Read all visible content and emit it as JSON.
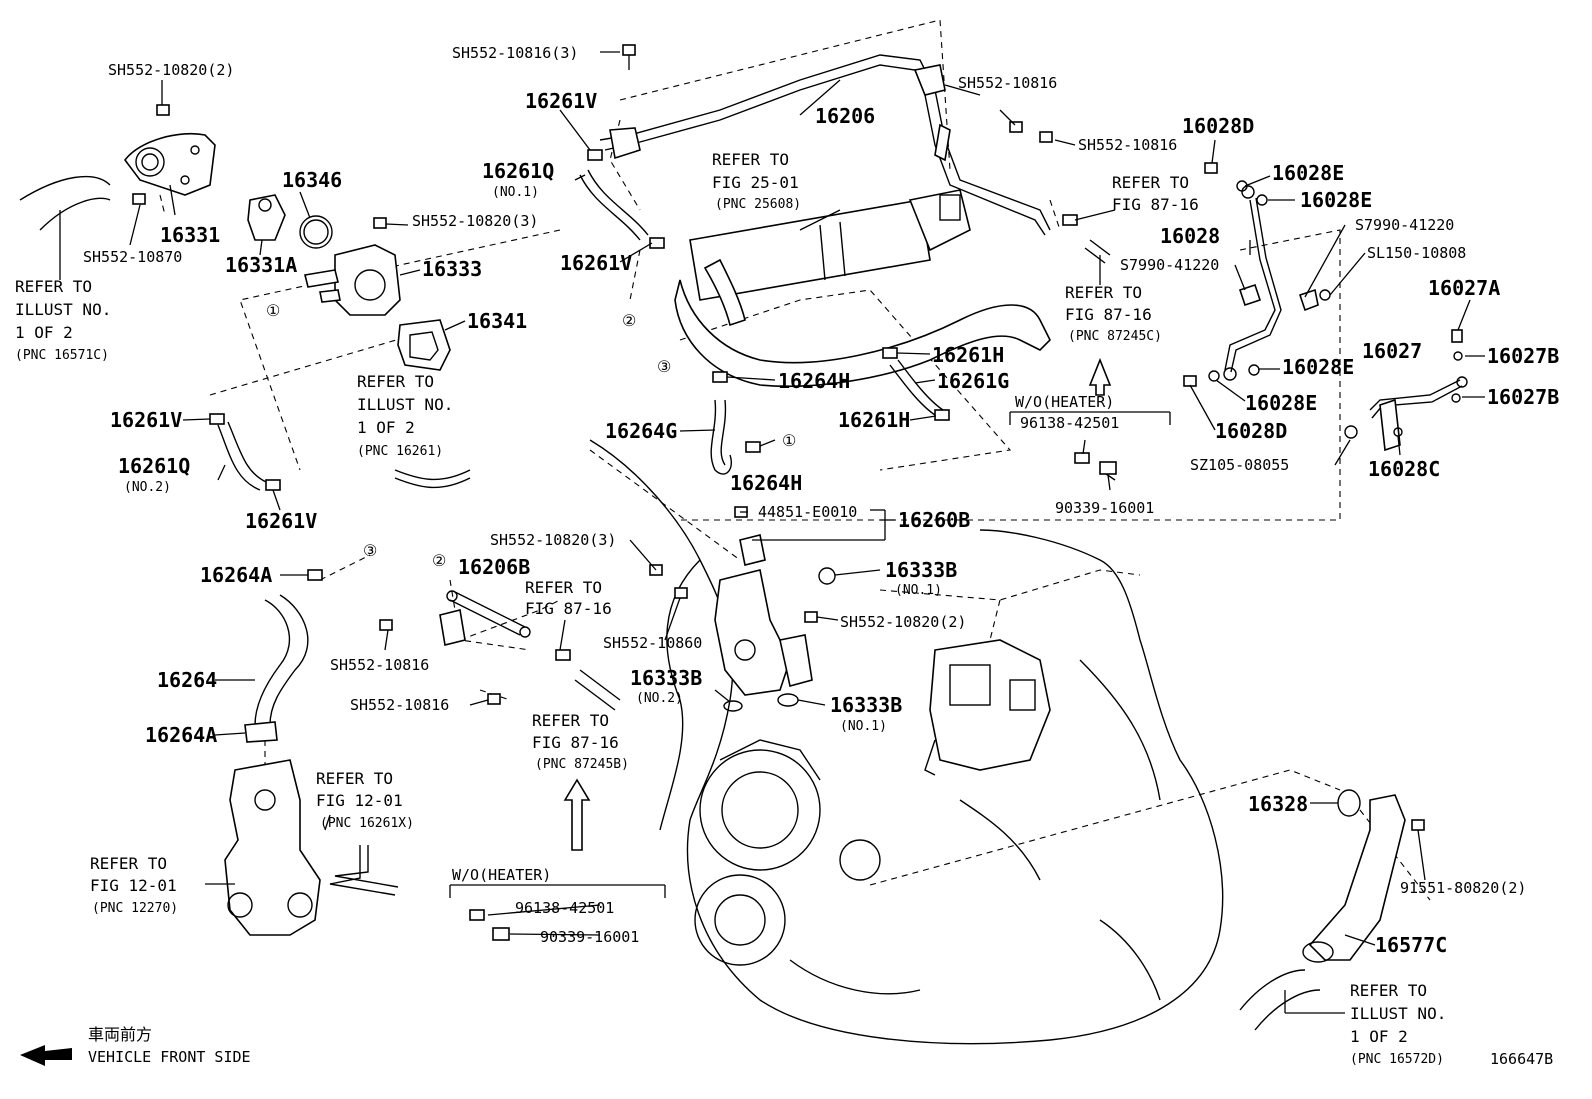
{
  "labels": {
    "sh552_10816_3": "SH552-10816(3)",
    "sh552_10820_2_top": "SH552-10820(2)",
    "p16261V_a": "16261V",
    "p16206": "16206",
    "sh552_10816_topright": "SH552-10816",
    "sh552_10816_right2": "SH552-10816",
    "p16028D_top": "16028D",
    "p16028E_a": "16028E",
    "p16028E_b": "16028E",
    "p16028": "16028",
    "s7990_41220_a": "S7990-41220",
    "sl150_10808": "SL150-10808",
    "s7990_41220_b": "S7990-41220",
    "p16027A": "16027A",
    "p16027": "16027",
    "p16027B_a": "16027B",
    "p16027B_b": "16027B",
    "p16028E_c": "16028E",
    "p16028E_d": "16028E",
    "p16028D_b": "16028D",
    "p16028C": "16028C",
    "sz105_08055": "SZ105-08055",
    "p16261Q_1": "16261Q",
    "no1_a": "(NO.1)",
    "p16346": "16346",
    "p16331": "16331",
    "sh552_10870": "SH552-10870",
    "sh552_10820_3_top": "SH552-10820(3)",
    "p16331A": "16331A",
    "p16333": "16333",
    "p16261V_b": "16261V",
    "p16341": "16341",
    "p16261H_a": "16261H",
    "p16261G": "16261G",
    "p16261H_b": "16261H",
    "p16264H_a": "16264H",
    "p16264G": "16264G",
    "p16264H_b": "16264H",
    "p16261V_c": "16261V",
    "p16261Q_2": "16261Q",
    "no2_a": "(NO.2)",
    "p16261V_d": "16261V",
    "e44851": "44851-E0010",
    "p16260B": "16260B",
    "sh552_10820_3_mid": "SH552-10820(3)",
    "p16333B_a": "16333B",
    "no1_b": "(NO.1)",
    "p16206B": "16206B",
    "p16264A_a": "16264A",
    "sh552_10860": "SH552-10860",
    "sh552_10820_2_mid": "SH552-10820(2)",
    "sh552_10816_mid": "SH552-10816",
    "p16264": "16264",
    "sh552_10816_low": "SH552-10816",
    "p16333B_b": "16333B",
    "no2_b": "(NO.2)",
    "p16333B_c": "16333B",
    "no1_c": "(NO.1)",
    "p16264A_b": "16264A",
    "p16328": "16328",
    "p91551": "91551-80820(2)",
    "p16577C": "16577C",
    "wo_heater_a": "W/O(HEATER)",
    "p96138_a": "96138-42501",
    "p90339_a": "90339-16001",
    "wo_heater_b": "W/O(HEATER)",
    "p96138_b": "96138-42501",
    "p90339_b": "90339-16001",
    "diagram_id": "166647B"
  },
  "refs": {
    "ref_illust_16571C": [
      "REFER TO",
      "ILLUST NO.",
      "1 OF 2",
      "(PNC 16571C)"
    ],
    "ref_fig25_01": [
      "REFER TO",
      "FIG 25-01",
      "(PNC 25608)"
    ],
    "ref_fig87_16_a": [
      "REFER TO",
      "FIG 87-16"
    ],
    "ref_fig87_16_b": [
      "REFER TO",
      "FIG 87-16",
      "(PNC 87245C)"
    ],
    "ref_illust_16261": [
      "REFER TO",
      "ILLUST NO.",
      "1 OF 2",
      "(PNC 16261)"
    ],
    "ref_fig87_16_c": [
      "REFER TO",
      "FIG 87-16"
    ],
    "ref_fig87_16_d": [
      "REFER TO",
      "FIG 87-16",
      "(PNC 87245B)"
    ],
    "ref_fig12_01_a": [
      "REFER TO",
      "FIG 12-01",
      "(PNC 16261X)"
    ],
    "ref_fig12_01_b": [
      "REFER TO",
      "FIG 12-01",
      "(PNC 12270)"
    ],
    "ref_illust_16572D": [
      "REFER TO",
      "ILLUST NO.",
      "1 OF 2",
      "(PNC 16572D)"
    ]
  },
  "markers": {
    "c1": "①",
    "c2": "②",
    "c3": "③"
  },
  "orientation": {
    "jp": "車両前方",
    "en": "VEHICLE FRONT SIDE"
  }
}
